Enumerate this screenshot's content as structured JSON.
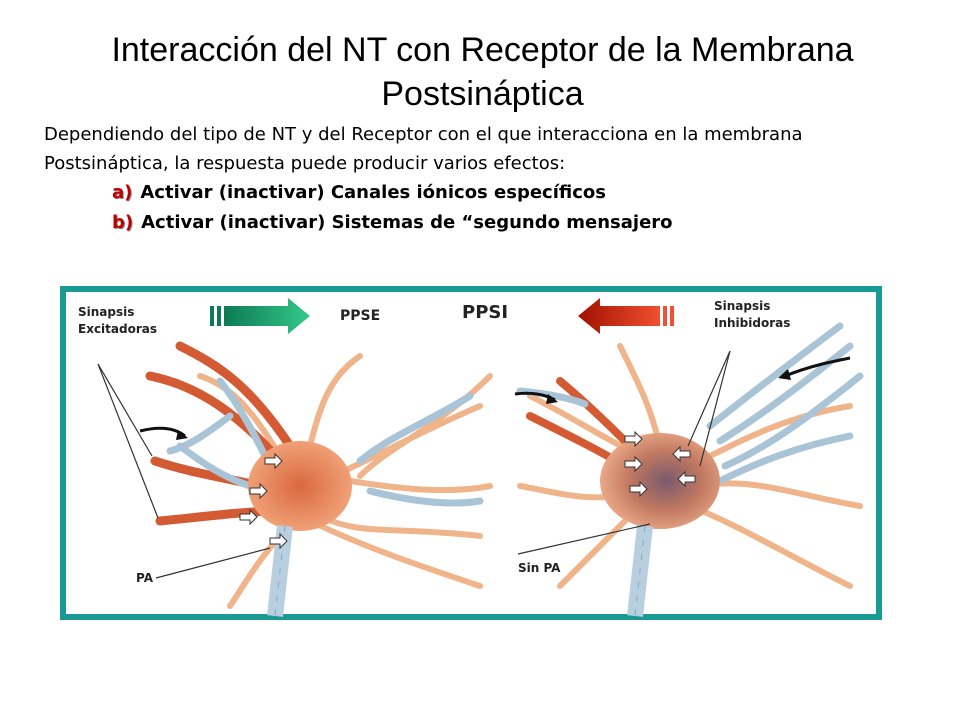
{
  "title": "Interacción del NT con Receptor de la Membrana Postsináptica",
  "intro": "Dependiendo del tipo de NT y del Receptor con el que interacciona en la membrana Postsináptica, la respuesta puede producir varios efectos:",
  "list": [
    {
      "marker": "a)",
      "text": "Activar (inactivar) Canales iónicos específicos"
    },
    {
      "marker": "b)",
      "text": "Activar (inactivar) Sistemas de “segundo mensajero"
    }
  ],
  "figure": {
    "left_label_1": "Sinapsis",
    "left_label_2": "Excitadoras",
    "ppse": "PPSE",
    "ppsi": "PPSI",
    "right_label_1": "Sinapsis",
    "right_label_2": "Inhibidoras",
    "pa": "PA",
    "sin_pa": "Sin PA"
  },
  "colors": {
    "frame": "#1a9a94",
    "excit_arrow": "#1fae6a",
    "inhib_arrow": "#cc2200",
    "neuron": "#e07850",
    "dendrite": "#f0b48a",
    "axon_terminal": "#a9c4d6",
    "inhib_soma": "#8a6a8a"
  }
}
